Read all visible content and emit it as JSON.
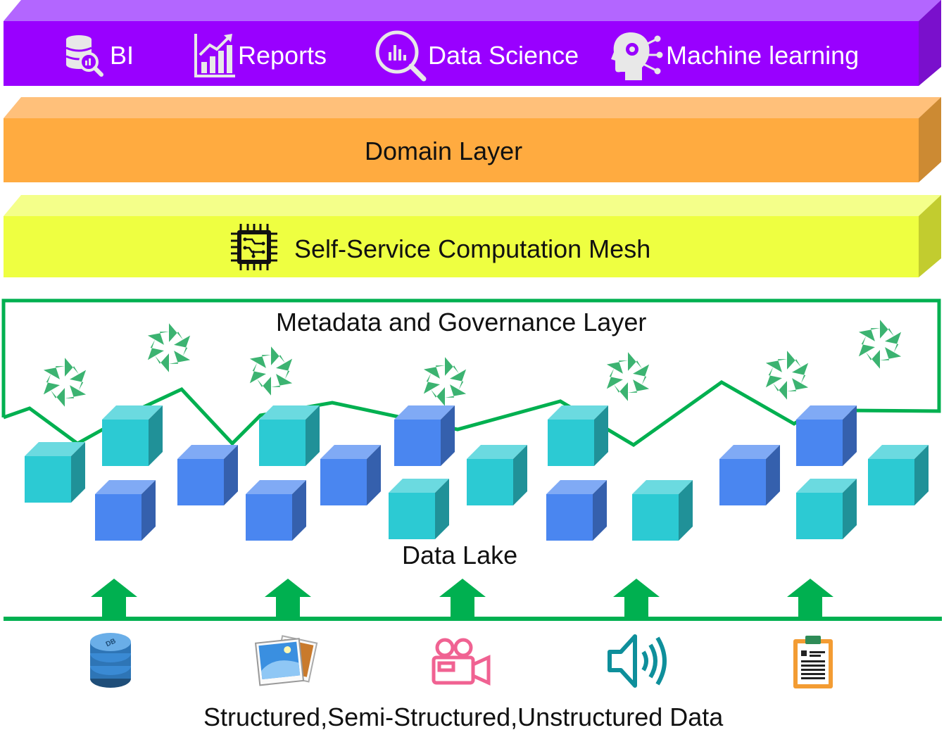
{
  "apps": {
    "items": [
      {
        "label": "BI",
        "icon": "database-search-icon"
      },
      {
        "label": "Reports",
        "icon": "bar-chart-growth-icon"
      },
      {
        "label": "Data Science",
        "icon": "magnifier-chart-icon"
      },
      {
        "label": "Machine learning",
        "icon": "ai-head-icon"
      }
    ],
    "color": "#9900ff"
  },
  "domain_layer": {
    "label": "Domain Layer",
    "color": "#ffab40"
  },
  "mesh_layer": {
    "label": "Self-Service Computation Mesh",
    "icon": "cpu-chip-icon",
    "color": "#eeff41"
  },
  "governance_layer": {
    "label": "Metadata and Governance Layer",
    "line_color": "#00b050",
    "node_color": "#3cb371",
    "node_icon": "snowflake-hexagon-icon"
  },
  "data_lake": {
    "label": "Data Lake",
    "cube_colors": [
      "#2ccad3",
      "#4a86f0"
    ]
  },
  "sources": {
    "label": "Structured,Semi-Structured,Unstructured Data",
    "arrow_color": "#00b050",
    "items": [
      {
        "icon": "database-icon",
        "badge": "DB"
      },
      {
        "icon": "photos-icon"
      },
      {
        "icon": "video-camera-icon"
      },
      {
        "icon": "speaker-icon"
      },
      {
        "icon": "clipboard-document-icon"
      }
    ]
  }
}
